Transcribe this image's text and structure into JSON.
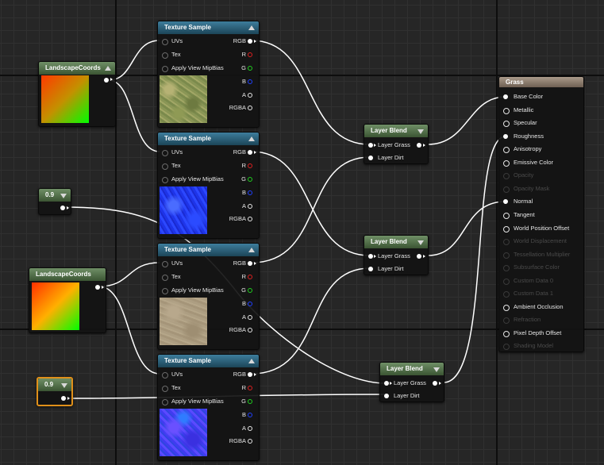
{
  "nodes": {
    "tex1": {
      "title": "Texture Sample"
    },
    "tex2": {
      "title": "Texture Sample"
    },
    "tex3": {
      "title": "Texture Sample"
    },
    "tex4": {
      "title": "Texture Sample"
    },
    "coords1": {
      "title": "LandscapeCoords"
    },
    "coords2": {
      "title": "LandscapeCoords"
    },
    "const1": {
      "title": "0.9"
    },
    "const2": {
      "title": "0.9"
    },
    "blend1": {
      "title": "Layer Blend",
      "in1": "Layer Grass",
      "in2": "Layer Dirt"
    },
    "blend2": {
      "title": "Layer Blend",
      "in1": "Layer Grass",
      "in2": "Layer Dirt"
    },
    "blend3": {
      "title": "Layer Blend",
      "in1": "Layer Grass",
      "in2": "Layer Dirt"
    },
    "material": {
      "title": "Grass",
      "pins": [
        "Base Color",
        "Metallic",
        "Specular",
        "Roughness",
        "Anisotropy",
        "Emissive Color",
        "Opacity",
        "Opacity Mask",
        "Normal",
        "Tangent",
        "World Position Offset",
        "World Displacement",
        "Tessellation Multiplier",
        "Subsurface Color",
        "Custom Data 0",
        "Custom Data 1",
        "Ambient Occlusion",
        "Refraction",
        "Pixel Depth Offset",
        "Shading Model"
      ]
    }
  },
  "texture_sample": {
    "inputs": [
      "UVs",
      "Tex",
      "Apply View MipBias"
    ],
    "outputs": [
      "RGB",
      "R",
      "G",
      "B",
      "A",
      "RGBA"
    ]
  },
  "textures": [
    "grass",
    "water",
    "sand",
    "normal-map"
  ]
}
